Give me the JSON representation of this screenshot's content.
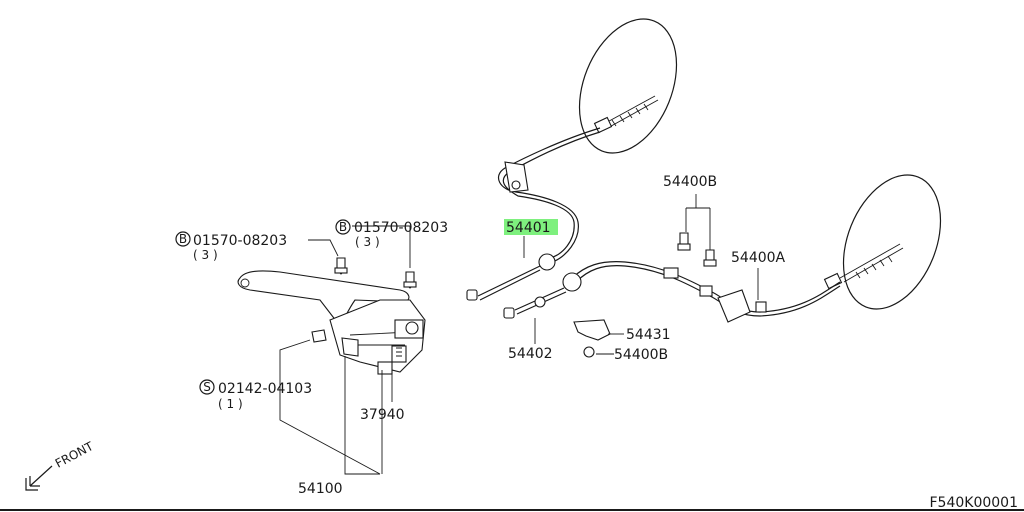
{
  "callouts": {
    "bolt_left": {
      "prefix": "B",
      "number": "01570-08203",
      "qty": "( 3 )"
    },
    "bolt_right": {
      "prefix": "B",
      "number": "01570-08203",
      "qty": "( 3 )"
    },
    "screw": {
      "prefix": "S",
      "number": "02142-04103",
      "qty": "( 1 )"
    },
    "p54401": "54401",
    "p54402": "54402",
    "p54400B_top": "54400B",
    "p54400A": "54400A",
    "p54431": "54431",
    "p54400B_bottom": "54400B",
    "p37940": "37940",
    "p54100": "54100"
  },
  "front_label": "FRONT",
  "figure_code": "F540K00001",
  "colors": {
    "highlight": "#7ef07e",
    "line": "#1a1a1a"
  }
}
